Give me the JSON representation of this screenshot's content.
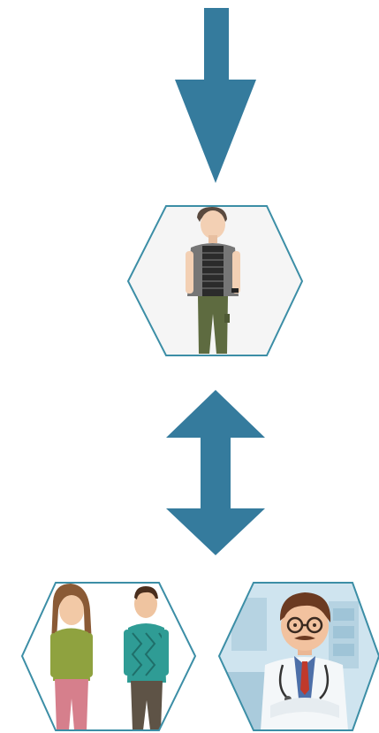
{
  "diagram": {
    "arrow_color": "#357b9d",
    "hex_border_color": "#3c8ea6",
    "nodes": [
      {
        "id": "patient",
        "icon": "young-man-patient-icon"
      },
      {
        "id": "family",
        "icon": "woman-and-man-family-icon"
      },
      {
        "id": "doctor",
        "icon": "doctor-with-stethoscope-icon"
      }
    ],
    "connectors": [
      {
        "id": "down-arrow",
        "icon": "arrow-down-icon",
        "to": "patient"
      },
      {
        "id": "bidirectional-arrow",
        "icon": "arrow-up-down-icon",
        "between": [
          "patient",
          "family/doctor"
        ]
      }
    ]
  }
}
